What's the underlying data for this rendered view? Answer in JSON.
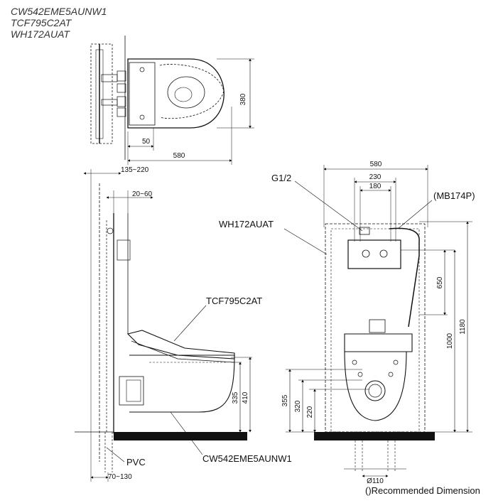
{
  "models": [
    "CW542EME5AUNW1",
    "TCF795C2AT",
    "WH172AUAT"
  ],
  "top_view": {
    "dims": {
      "width": "580",
      "depth": "380",
      "offset": "50"
    }
  },
  "side_view": {
    "dims": {
      "wall_depth": "135~220",
      "frame_gap": "20~60",
      "seat_height": "410",
      "bowl_height": "335",
      "floor_offset": "70~130"
    },
    "labels": {
      "seat": "TCF795C2AT",
      "bowl": "CW542EME5AUNW1",
      "pipe": "PVC"
    }
  },
  "front_view": {
    "dims": {
      "frame_width": "580",
      "bolt_spacing": "230",
      "inner_spacing": "180",
      "height_650": "650",
      "height_1000": "1000",
      "height_1180": "1180",
      "h_355": "355",
      "h_320": "320",
      "h_220": "220",
      "drain": "Ø110"
    },
    "labels": {
      "inlet": "G1/2",
      "cable": "(MB174P)",
      "frame": "WH172AUAT"
    }
  },
  "footnote": "()Recommended Dimension"
}
